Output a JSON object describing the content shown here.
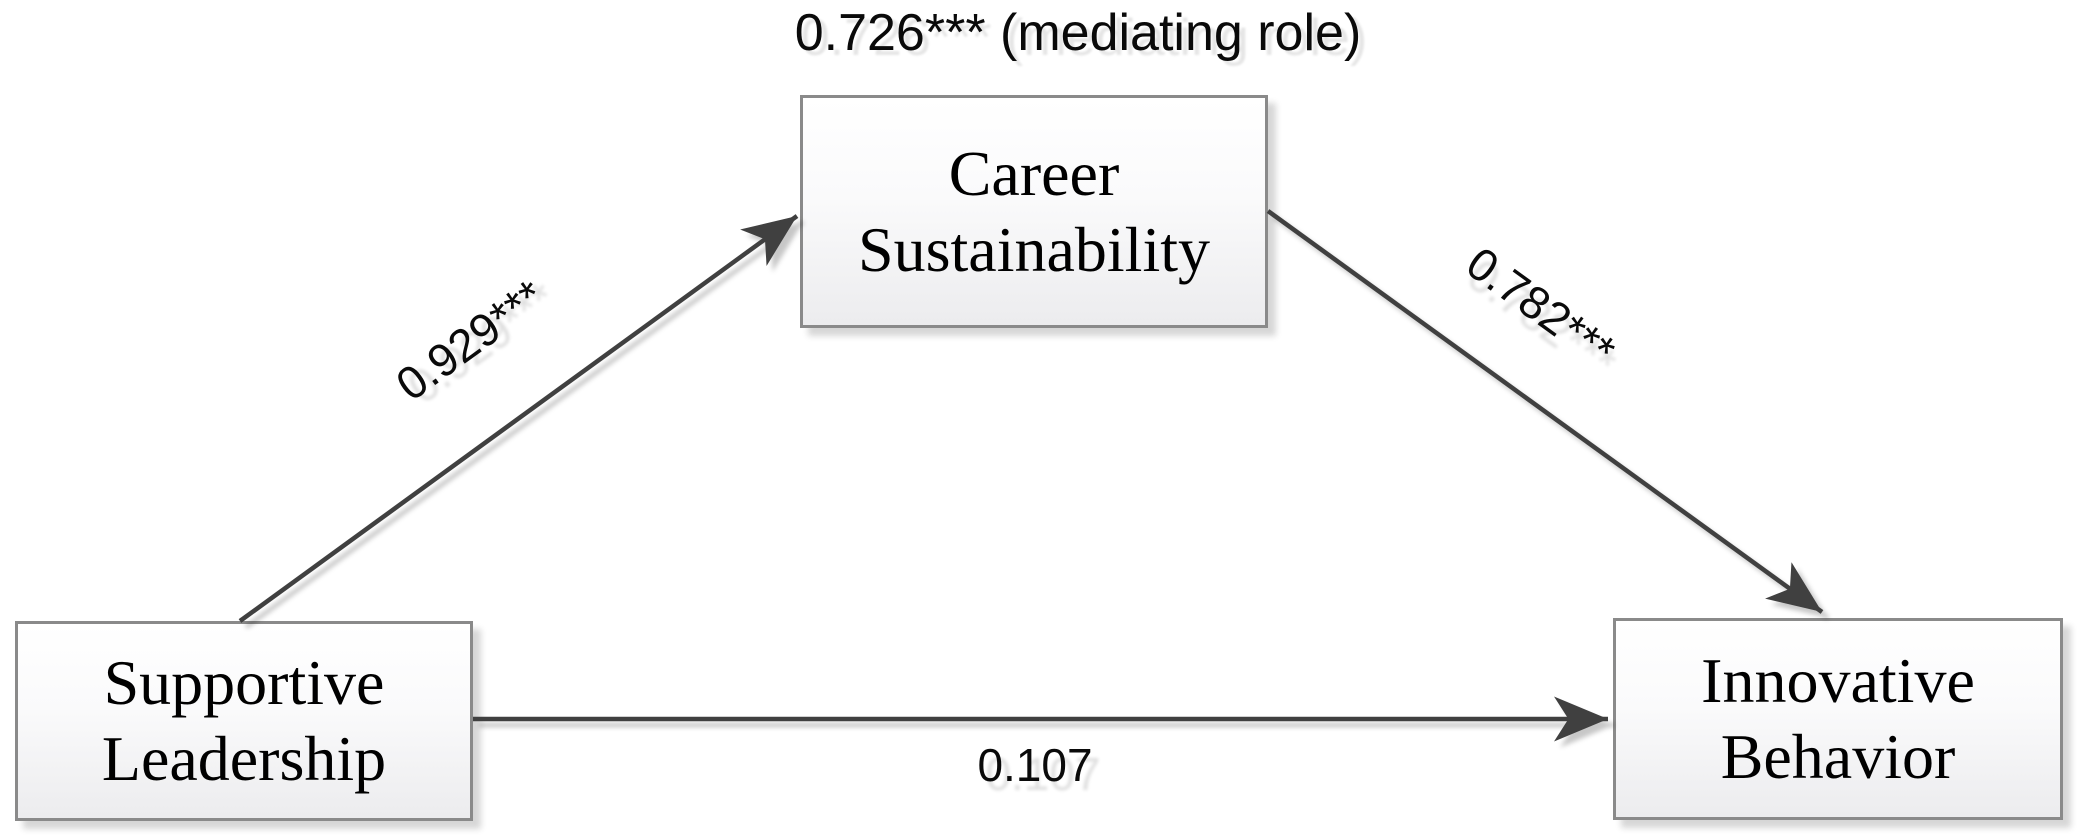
{
  "diagram": {
    "type": "mediation-path-model",
    "annotation": "0.726*** (mediating role)",
    "nodes": [
      {
        "id": "supportive-leadership",
        "label": "Supportive Leadership"
      },
      {
        "id": "career-sustainability",
        "label": "Career Sustainability"
      },
      {
        "id": "innovative-behavior",
        "label": "Innovative Behavior"
      }
    ],
    "edges": [
      {
        "from": "supportive-leadership",
        "to": "career-sustainability",
        "label": "0.929***"
      },
      {
        "from": "career-sustainability",
        "to": "innovative-behavior",
        "label": "0.782***"
      },
      {
        "from": "supportive-leadership",
        "to": "innovative-behavior",
        "label": "0.107"
      }
    ],
    "colors": {
      "arrow": "#404040",
      "box_border": "#8a8a8a",
      "box_fill_top": "#ffffff",
      "box_fill_bottom": "#ececee",
      "text": "#000000",
      "background": "#ffffff"
    }
  }
}
